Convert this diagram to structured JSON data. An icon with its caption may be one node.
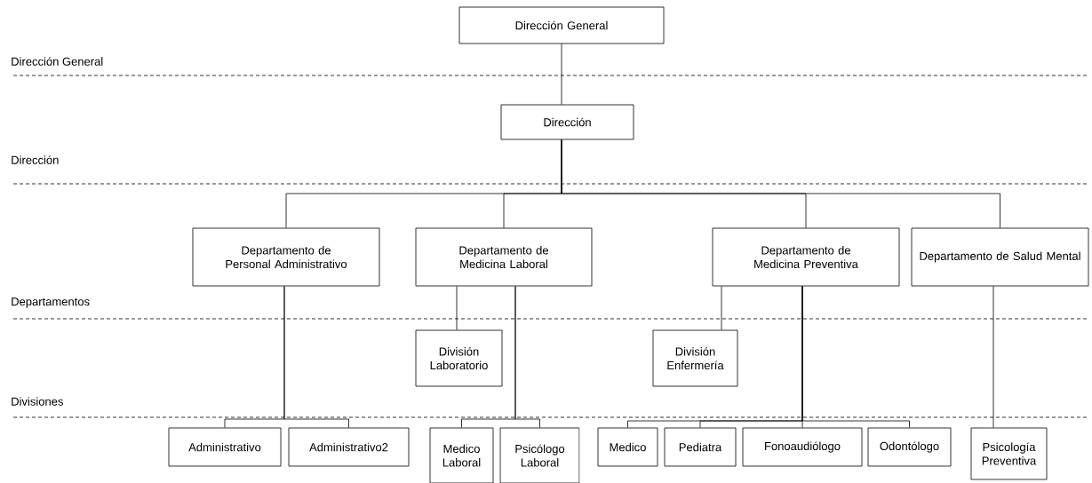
{
  "diagram": {
    "nodes": [
      {
        "text": [
          "Dirección General"
        ]
      },
      {
        "text": [
          "Dirección"
        ]
      },
      {
        "text": [
          "Departamento de Personal Administrativo"
        ]
      },
      {
        "text": [
          "Departamento de Medicina Laboral"
        ]
      },
      {
        "text": [
          "Departamento de Medicina Preventiva"
        ]
      },
      {
        "text": [
          "Departamento de Salud Mental"
        ]
      },
      {
        "text": [
          "División Laboratorio"
        ]
      },
      {
        "text": [
          "División Enfermería"
        ]
      },
      {
        "text": [
          "Administrativo"
        ]
      },
      {
        "text": [
          "Administrativo2"
        ]
      },
      {
        "text": [
          "Medico Laboral"
        ]
      },
      {
        "text": [
          "Psicólogo Laboral"
        ]
      },
      {
        "text": [
          "Medico"
        ]
      },
      {
        "text": [
          "Pediatra"
        ]
      },
      {
        "text": [
          "Fonoaudiólogo"
        ]
      },
      {
        "text": [
          "Odontólogo"
        ]
      },
      {
        "text": [
          "Psicología Preventiva"
        ]
      }
    ],
    "edges": [
      {
        "from": 0,
        "to": 1,
        "arrow": "none"
      },
      {
        "from": 1,
        "to": 2,
        "arrow": "none"
      },
      {
        "from": 1,
        "to": 3,
        "arrow": "none"
      },
      {
        "from": 1,
        "to": 4,
        "arrow": "none"
      },
      {
        "from": 1,
        "to": 5,
        "arrow": "none"
      },
      {
        "from": 3,
        "to": 6,
        "arrow": "none"
      },
      {
        "from": 4,
        "to": 7,
        "arrow": "none"
      },
      {
        "from": 2,
        "to": 8,
        "arrow": "none"
      },
      {
        "from": 2,
        "to": 9,
        "arrow": "none"
      },
      {
        "from": 3,
        "to": 10,
        "arrow": "none"
      },
      {
        "from": 3,
        "to": 11,
        "arrow": "none"
      },
      {
        "from": 4,
        "to": 12,
        "arrow": "none"
      },
      {
        "from": 4,
        "to": 13,
        "arrow": "none"
      },
      {
        "from": 4,
        "to": 14,
        "arrow": "none"
      },
      {
        "from": 4,
        "to": 15,
        "arrow": "none"
      },
      {
        "from": 5,
        "to": 16,
        "arrow": "none"
      }
    ],
    "labels": [
      "Dirección General",
      "Dirección",
      "Departamentos",
      "Divisiones"
    ]
  }
}
